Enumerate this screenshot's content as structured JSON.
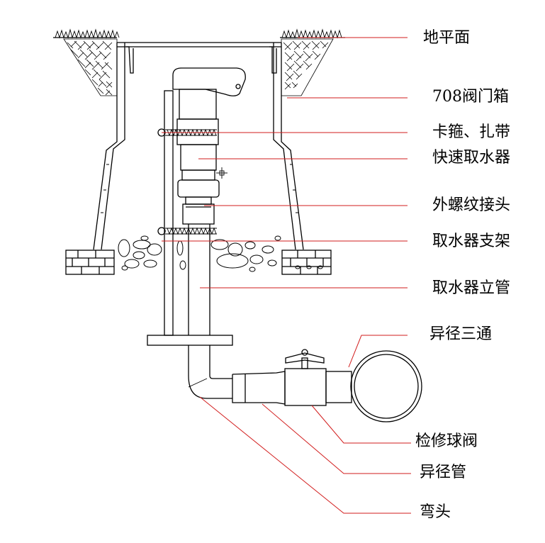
{
  "labels": {
    "ground": "地平面",
    "valve_box": "708阀门箱",
    "clamp": "卡箍、扎带",
    "quick_coupler": "快速取水器",
    "male_adapter": "外螺纹接头",
    "support": "取水器支架",
    "riser": "取水器立管",
    "reducing_tee": "异径三通",
    "ball_valve": "检修球阀",
    "reducer": "异径管",
    "elbow": "弯头"
  },
  "colors": {
    "leader": "#d21e1e",
    "line": "#000000",
    "background": "#ffffff"
  }
}
